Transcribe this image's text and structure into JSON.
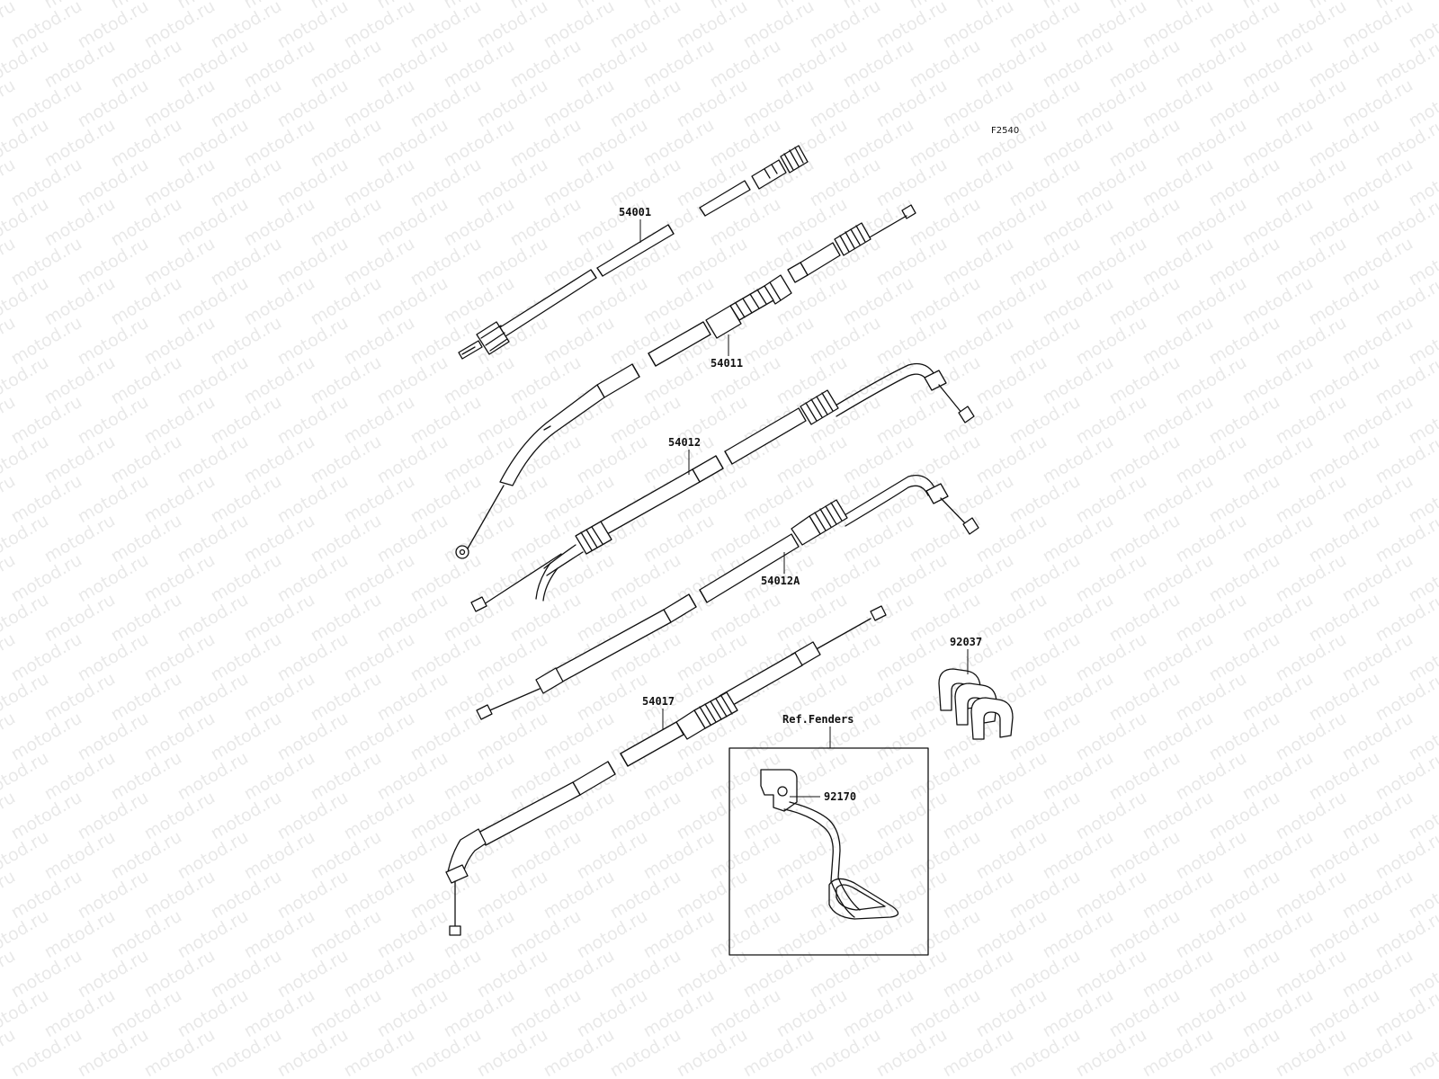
{
  "diagram": {
    "code": "F2540",
    "watermark": "motod.ru",
    "ref_box_label": "Ref.Fenders",
    "callouts": {
      "p54001": "54001",
      "p54011": "54011",
      "p54012": "54012",
      "p54012a": "54012A",
      "p54017": "54017",
      "p92037": "92037",
      "p92170": "92170"
    }
  }
}
